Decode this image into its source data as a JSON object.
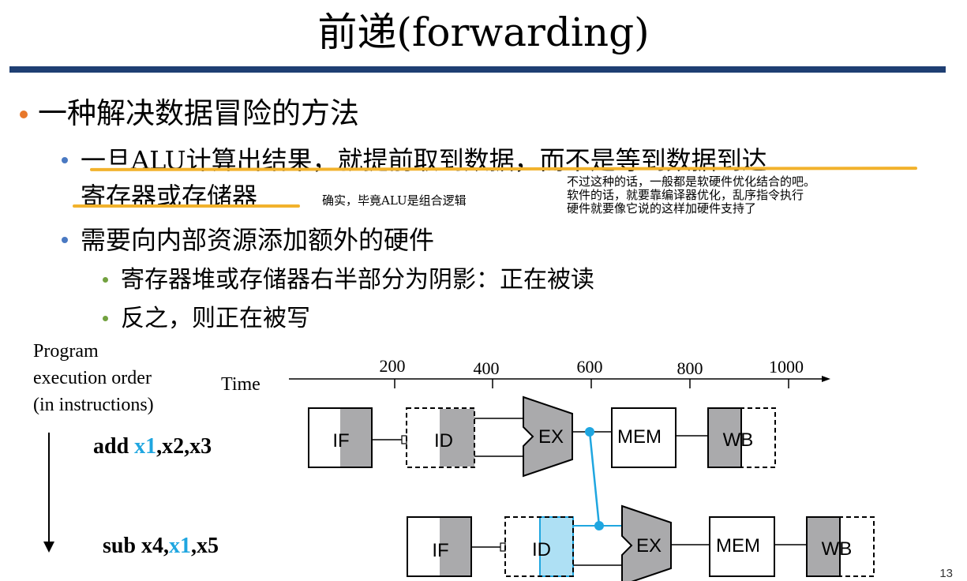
{
  "slide": {
    "title": "前递(forwarding)",
    "page_number": "13"
  },
  "bullets": {
    "level1": "一种解决数据冒险的方法",
    "level2_1_line1": "一旦ALU计算出结果，就提前取到数据，而不是等到数据到达",
    "level2_1_line2": "寄存器或存储器",
    "level2_2": "需要向内部资源添加额外的硬件",
    "level3_1": "寄存器堆或存储器右半部分为阴影：正在被读",
    "level3_2": "反之，则正在被写"
  },
  "annotations": {
    "alu_note": "确实，毕竟ALU是组合逻辑",
    "side_note_lines": [
      "不过这种的话，一般都是软硬件优化结合的吧。",
      "软件的话，就要靠编译器优化，乱序指令执行",
      "硬件就要像它说的这样加硬件支持了"
    ]
  },
  "diagram": {
    "axis_label_lines": [
      "Program",
      "execution order",
      "(in instructions)"
    ],
    "time_label": "Time",
    "time_ticks": [
      "200",
      "400",
      "600",
      "800",
      "1000"
    ],
    "instructions": [
      {
        "parts": [
          [
            "add ",
            false
          ],
          [
            "x1",
            true
          ],
          [
            ",x2,x3",
            false
          ]
        ]
      },
      {
        "parts": [
          [
            "sub x4,",
            false
          ],
          [
            "x1",
            true
          ],
          [
            ",x5",
            false
          ]
        ]
      }
    ],
    "stages": [
      "IF",
      "ID",
      "EX",
      "MEM",
      "WB"
    ],
    "colors": {
      "shade": "#aaaaac",
      "forward": "#1fa6e0",
      "highlight_fill": "#aee0f4",
      "title_rule": "#1f3f73",
      "bullet_l1": "#e8782b",
      "bullet_l2": "#4a79c2",
      "bullet_l3": "#72a13f",
      "underline": "#f2b22c"
    }
  }
}
